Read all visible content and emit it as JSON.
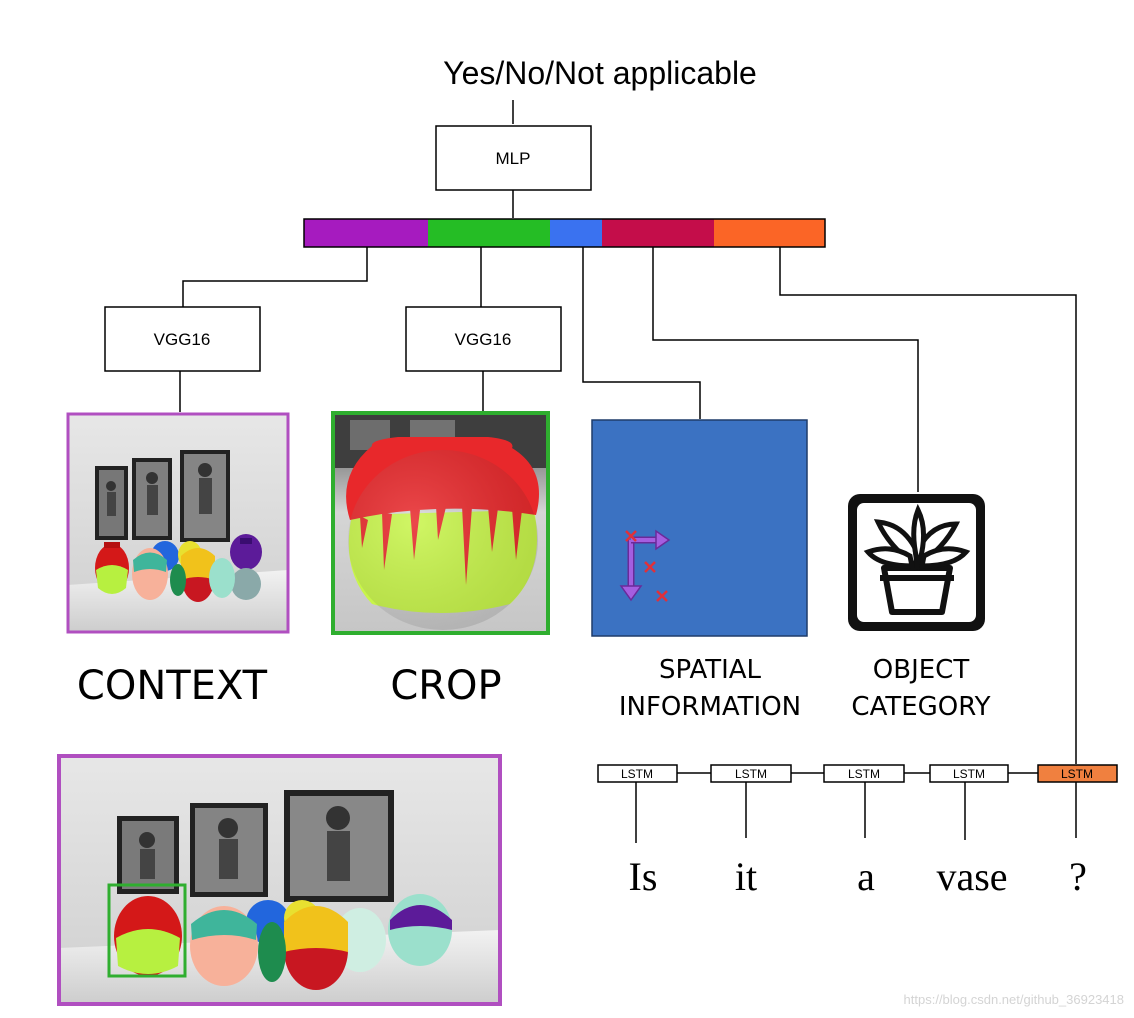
{
  "output_label": "Yes/No/Not applicable",
  "mlp_label": "MLP",
  "vgg_left_label": "VGG16",
  "vgg_right_label": "VGG16",
  "captions": {
    "context": "CONTEXT",
    "crop": "CROP",
    "spatial_line1": "SPATIAL",
    "spatial_line2": "INFORMATION",
    "object_line1": "OBJECT",
    "object_line2": "CATEGORY"
  },
  "lstm_cells": [
    {
      "label": "LSTM",
      "word": "Is"
    },
    {
      "label": "LSTM",
      "word": "it"
    },
    {
      "label": "LSTM",
      "word": "a"
    },
    {
      "label": "LSTM",
      "word": "vase"
    },
    {
      "label": "LSTM",
      "word": "?"
    }
  ],
  "feature_colors": [
    "#a61bbf",
    "#25bd25",
    "#3a72f0",
    "#c40d4a",
    "#fb6526"
  ],
  "colors": {
    "context_border": "#b04fc0",
    "crop_border": "#2fae2f",
    "spatial_bg": "#3b72c2",
    "lstm_highlight": "#f0803f"
  },
  "watermark": "https://blog.csdn.net/github_36923418"
}
